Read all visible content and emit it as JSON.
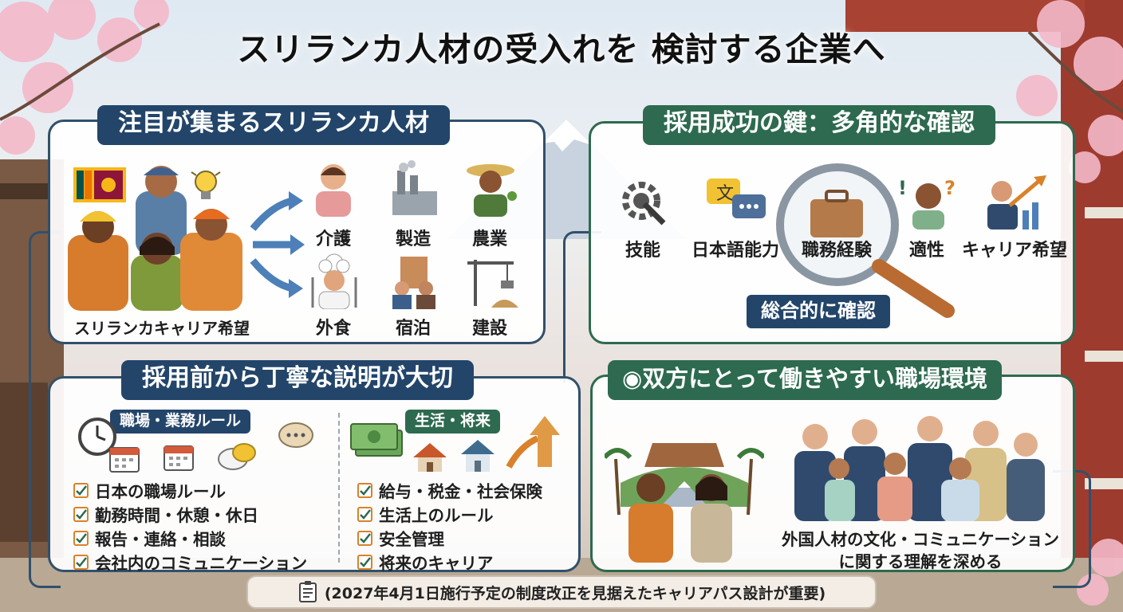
{
  "title": "スリランカ人材の受入れを 検討する企業へ",
  "panel_top_left": {
    "heading": "注目が集まるスリランカ人材",
    "people_caption": "スリランカキャリア希望",
    "industries": [
      "介護",
      "製造",
      "農業",
      "外食",
      "宿泊",
      "建設"
    ]
  },
  "panel_top_right": {
    "heading": "採用成功の鍵：多角的な確認",
    "items": [
      "技能",
      "日本語能力",
      "職務経験",
      "適性",
      "キャリア希望"
    ],
    "summary": "総合的に確認"
  },
  "panel_bottom_left": {
    "heading": "採用前から丁寧な説明が大切",
    "left_sub": "職場・業務ルール",
    "left_items": [
      "日本の職場ルール",
      "勤務時間・休憩・休日",
      "報告・連絡・相談",
      "会社内のコミュニケーション"
    ],
    "right_sub": "生活・将来",
    "right_items": [
      "給与・税金・社会保険",
      "生活上のルール",
      "安全管理",
      "将来のキャリア"
    ]
  },
  "panel_bottom_right": {
    "heading": "◉双方にとって働きやすい職場環境",
    "caption_line1": "外国人材の文化・コミュニケーション",
    "caption_line2": "に関する理解を深める"
  },
  "footer": {
    "text": "(2027年4月1日施行予定の制度改正を見据えたキャリアパス設計が重要)",
    "icon": "document-icon"
  },
  "colors": {
    "navy": "#23456a",
    "green": "#2d6a4f",
    "arrow_blue": "#4d7fb8",
    "check_orange": "#d9822b"
  }
}
